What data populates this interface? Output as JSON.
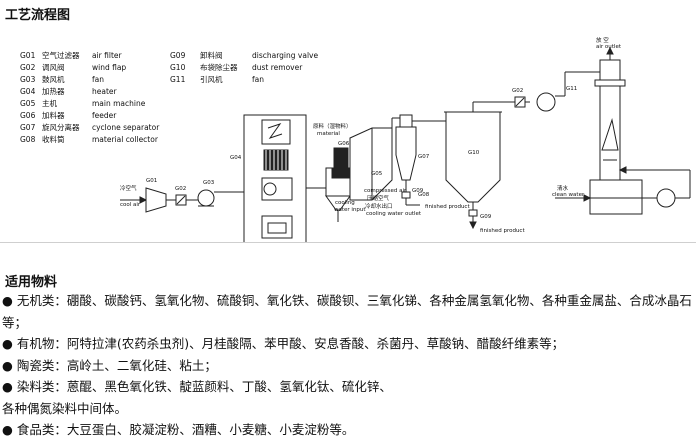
{
  "page_title": "工艺流程图",
  "legend": [
    {
      "code": "G01",
      "cn": "空气过滤器",
      "en": "air filter"
    },
    {
      "code": "G02",
      "cn": "调风阀",
      "en": "wind flap"
    },
    {
      "code": "G03",
      "cn": "鼓风机",
      "en": "fan"
    },
    {
      "code": "G04",
      "cn": "加热器",
      "en": "heater"
    },
    {
      "code": "G05",
      "cn": "主机",
      "en": "main machine"
    },
    {
      "code": "G06",
      "cn": "加料器",
      "en": "feeder"
    },
    {
      "code": "G07",
      "cn": "旋风分离器",
      "en": "cyclone separator"
    },
    {
      "code": "G08",
      "cn": "收料筒",
      "en": "material collector"
    },
    {
      "code": "G09",
      "cn": "卸料阀",
      "en": "discharging valve"
    },
    {
      "code": "G10",
      "cn": "布袋除尘器",
      "en": "dust  remover"
    },
    {
      "code": "G11",
      "cn": "引风机",
      "en": "fan"
    }
  ],
  "diagram_labels": {
    "cold_air_cn": "冷空气",
    "cold_air_en": "cool air",
    "g01": "G01",
    "g02": "G02",
    "g03": "G03",
    "g04": "G04",
    "g05": "G05",
    "g06": "G06",
    "g07": "G07",
    "g08": "G08",
    "g09": "G09",
    "g10": "G10",
    "g11": "G11",
    "g02b": "G02",
    "material_cn": "原料（湿物料）",
    "material_en": "material",
    "cooling_water_top": "cooling",
    "cooling_water_bottom": "water input",
    "compressed_cn": "压缩空气",
    "compressed_en": "compressed air",
    "cooling_water_out_cn": "冷却水出口",
    "cooling_water_out_en": "cooling water outlet",
    "finished_product_1": "finished product",
    "finished_product_2": "finished product",
    "clean_water_cn": "清水",
    "clean_water_en": "clean water",
    "air_outlet_cn": "放 空",
    "air_outlet_en": "air outlet"
  },
  "materials_title": "适用物料",
  "materials_lines": [
    "● 无机类：硼酸、碳酸钙、氢氧化物、硫酸铜、氧化铁、碳酸钡、三氧化锑、各种金属氢氧化物、各种重金属盐、合成冰晶石",
    "等；",
    "● 有机物：阿特拉津(农药杀虫剂)、月桂酸隔、苯甲酸、安息香酸、杀菌丹、草酸钠、醋酸纤维素等；",
    "● 陶瓷类：高岭土、二氧化硅、粘土；",
    "● 染料类：蒽醌、黑色氧化铁、靛蓝颜料、丁酸、氢氧化钛、硫化锌、",
    "各种偶氮染料中间体。",
    "● 食品类：大豆蛋白、胶凝淀粉、酒糟、小麦糖、小麦淀粉等。"
  ]
}
